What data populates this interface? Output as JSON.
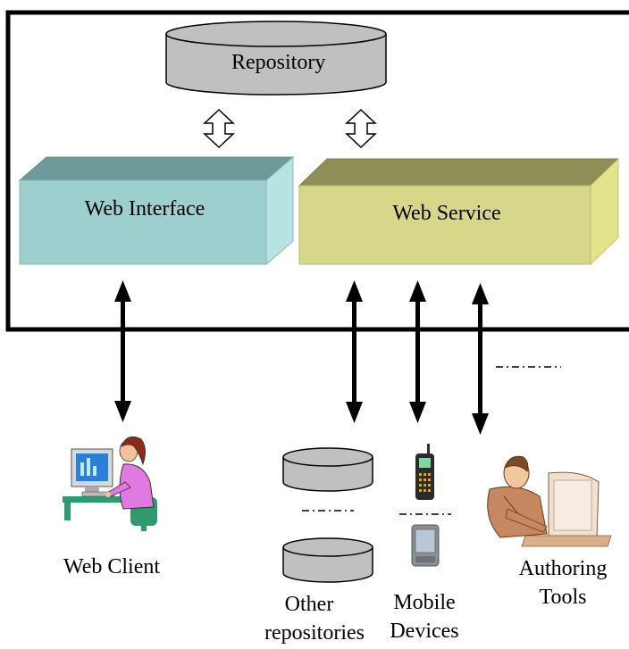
{
  "labels": {
    "repository": "Repository",
    "web_interface": "Web Interface",
    "web_service": "Web Service",
    "web_client": "Web Client",
    "authoring_tools_line1": "Authoring",
    "authoring_tools_line2": "Tools",
    "other_repositories_line1": "Other",
    "other_repositories_line2": "repositories",
    "mobile_devices_line1": "Mobile",
    "mobile_devices_line2": "Devices"
  },
  "colors": {
    "repository_fill": "#c0c0c0",
    "web_interface_front": "#9ecfcf",
    "web_interface_top": "#6f9a9a",
    "web_interface_side": "#b7e3e3",
    "web_service_front": "#d7d78a",
    "web_service_top": "#8e8e56",
    "web_service_side": "#e3e38d",
    "outline": "#000000"
  },
  "icons": {
    "web_client": "person-at-computer-icon",
    "authoring_tools": "man-at-computer-icon",
    "mobile_phone": "mobile-phone-icon",
    "pda": "pda-icon",
    "database": "database-cylinder-icon"
  }
}
